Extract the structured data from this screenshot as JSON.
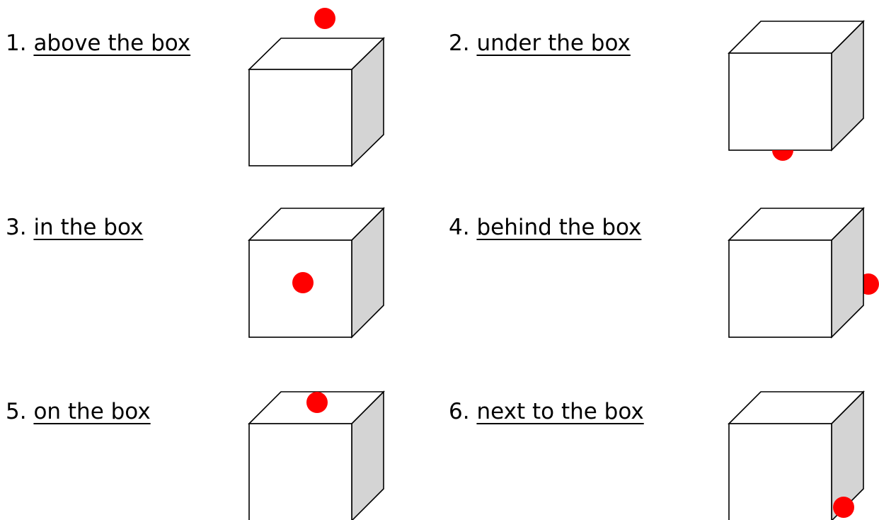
{
  "colors": {
    "ball": "#ff0000",
    "cube_side": "#d4d4d4",
    "outline": "#000000"
  },
  "items": [
    {
      "number": "1.",
      "phrase": "above the box"
    },
    {
      "number": "2.",
      "phrase": "under the box"
    },
    {
      "number": "3.",
      "phrase": "in the box"
    },
    {
      "number": "4.",
      "phrase": "behind the box"
    },
    {
      "number": "5.",
      "phrase": "on the box"
    },
    {
      "number": "6.",
      "phrase": "next to the box"
    }
  ]
}
